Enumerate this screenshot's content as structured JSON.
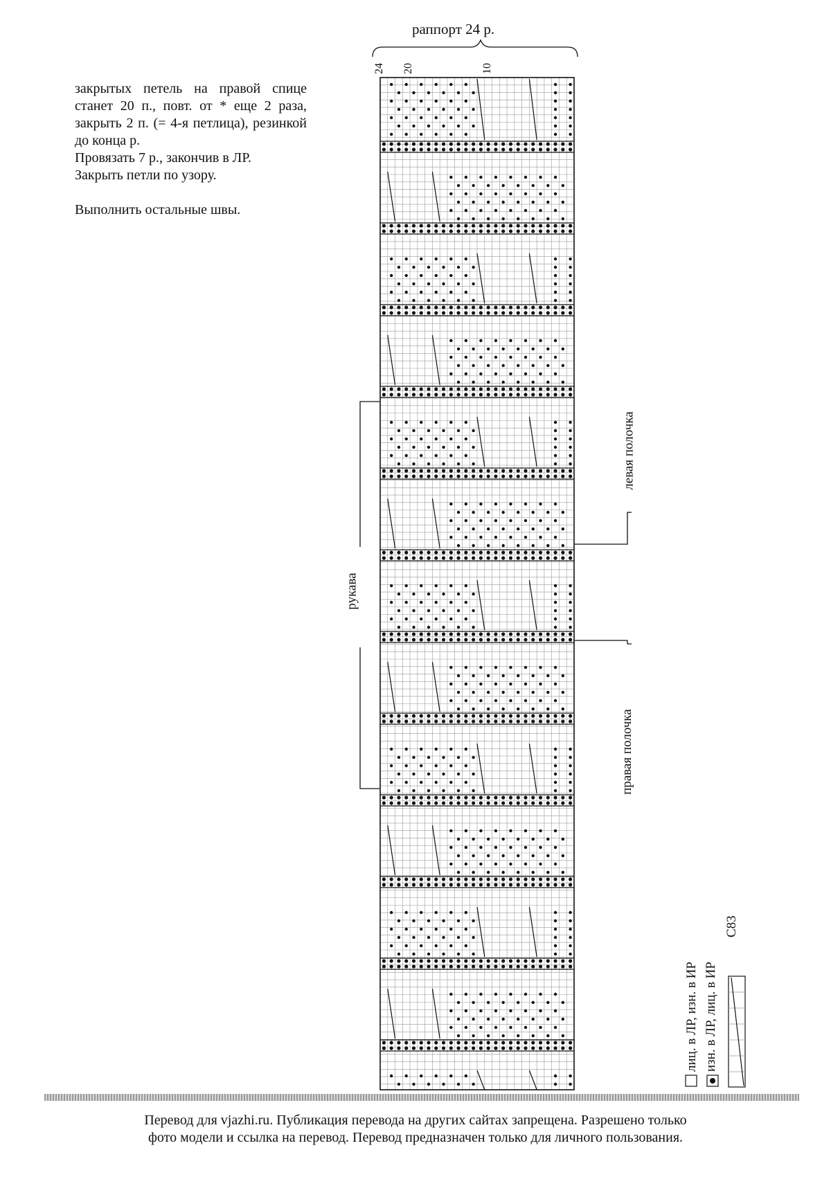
{
  "instructions": {
    "paragraph_1": "закрытых петель на правой спице станет 20 п., повт. от * еще 2 раза, закрыть 2 п. (= 4-я петлица), резинкой до конца р.",
    "paragraph_2": "Провязать 7 р., закончив в ЛР.",
    "paragraph_3": "Закрыть петли по узору.",
    "paragraph_4": "Выполнить остальные швы."
  },
  "chart": {
    "rapport_label": "раппорт 24 р.",
    "row_numbers": [
      "24",
      "20",
      "10"
    ],
    "left_label": "рукава",
    "right_label_upper": "левая полочка",
    "right_label_lower": "правая полочка",
    "code": "C83"
  },
  "legend": {
    "item_1": "лиц. в ЛР, изн. в ИР",
    "item_2": "изн. в ЛР, лиц. в ИР"
  },
  "footer": {
    "line_1": "Перевод для vjazhi.ru. Публикация перевода на других сайтах запрещена. Разрешено только",
    "line_2": "фото модели и ссылка на перевод.  Перевод предназначен только для личного пользования."
  },
  "colors": {
    "ink": "#111111",
    "grid": "#9a9a9a",
    "page": "#ffffff"
  }
}
